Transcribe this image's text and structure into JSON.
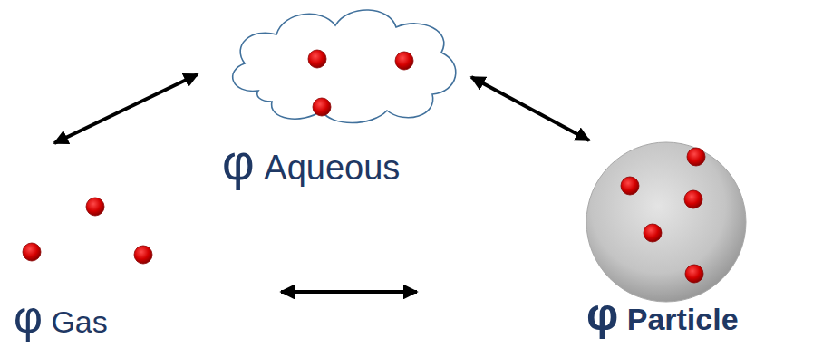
{
  "diagram": {
    "nodes": [
      {
        "text": [
          "φ Aqueous"
        ]
      },
      {
        "text": [
          "φ Gas"
        ]
      },
      {
        "text": [
          "φ Particle"
        ]
      }
    ],
    "edges": [
      {
        "from": 1,
        "to": 0,
        "arrow": "both"
      },
      {
        "from": 0,
        "to": 2,
        "arrow": "both"
      },
      {
        "from": 1,
        "to": 2,
        "arrow": "both"
      }
    ]
  }
}
